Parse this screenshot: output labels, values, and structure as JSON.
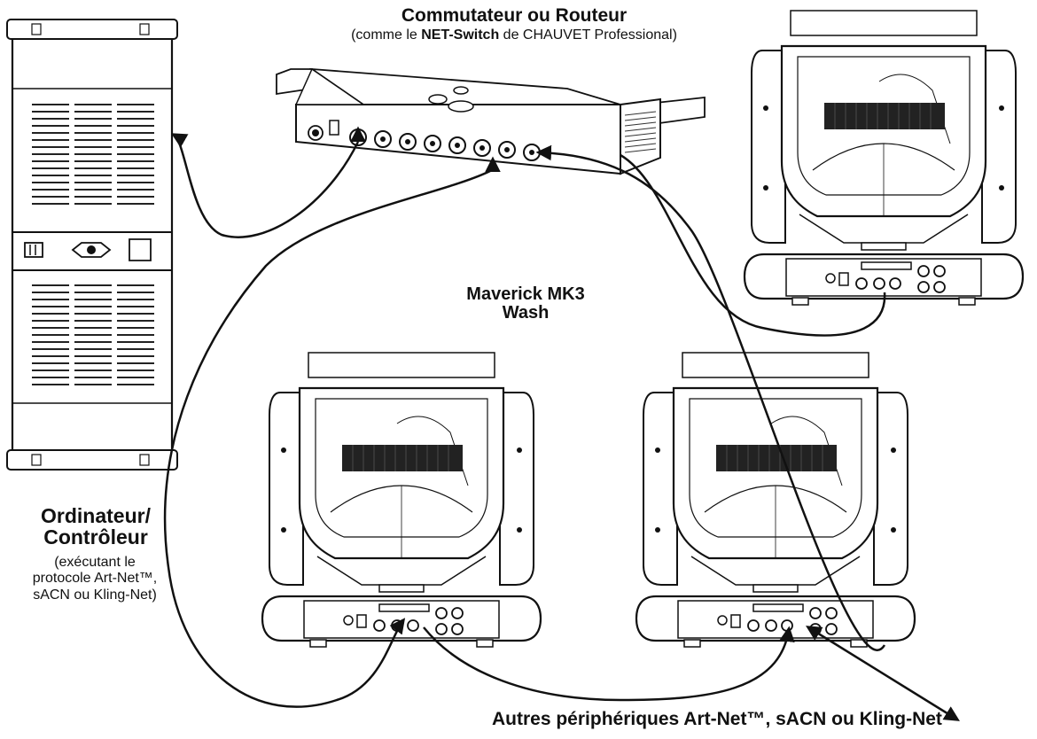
{
  "switch": {
    "title": "Commutateur ou Routeur",
    "subtitle_prefix": "(comme le ",
    "subtitle_brand": "NET-Switch",
    "subtitle_suffix": " de CHAUVET Professional)"
  },
  "fixture": {
    "label_line1": "Maverick MK3",
    "label_line2": "Wash"
  },
  "computer": {
    "title_line1": "Ordinateur/",
    "title_line2": "Contrôleur",
    "desc_line1": "(exécutant le",
    "desc_line2": "protocole Art-Net™,",
    "desc_line3": "sACN ou Kling-Net)"
  },
  "other_devices": {
    "label": "Autres périphériques Art-Net™, sACN ou Kling-Net"
  },
  "colors": {
    "line": "#111111",
    "vent": "#222222",
    "background": "#ffffff"
  }
}
